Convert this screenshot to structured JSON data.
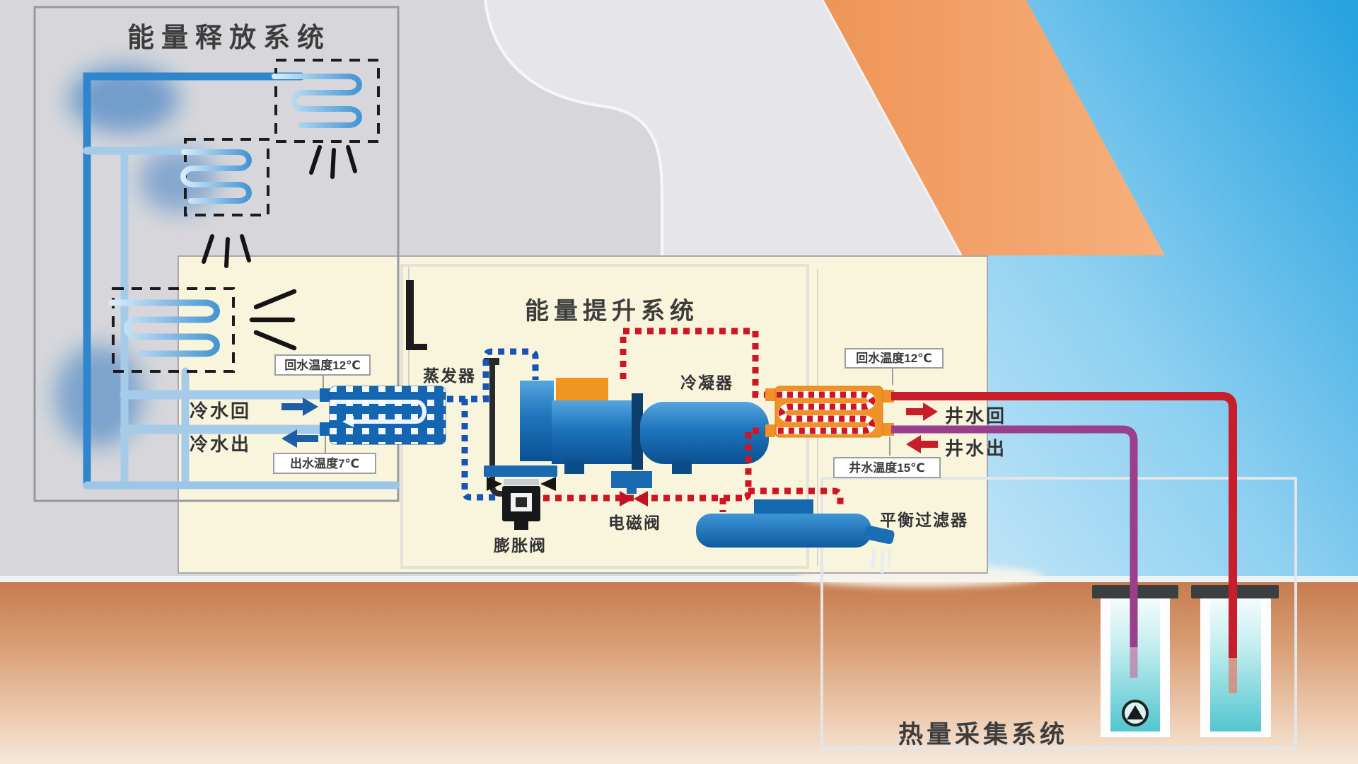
{
  "panels": {
    "energy_release": {
      "title": "能量释放系统"
    },
    "energy_lift": {
      "title": "能量提升系统"
    },
    "heat_collection": {
      "title": "热量采集系统"
    }
  },
  "components": {
    "evaporator": "蒸发器",
    "condenser": "冷凝器",
    "expansion_valve": "膨胀阀",
    "solenoid_valve": "电磁阀",
    "balance_filter": "平衡过滤器"
  },
  "temperature_labels": {
    "chilled_return": "回水温度12℃",
    "chilled_supply": "出水温度7℃",
    "well_return": "回水温度12℃",
    "well_source": "井水温度15℃"
  },
  "flow_labels": {
    "chilled_water_in": "冷水回",
    "chilled_water_out": "冷水出",
    "well_water_in": "井水回",
    "well_water_out": "井水出"
  },
  "icons": {
    "pump": "triangle-up-in-circle",
    "fan_coil": "dashed-box-with-coil",
    "airflow": "fanning-strokes"
  },
  "colors": {
    "hot_water_pipe": "#c81e2c",
    "warm_water_pipe": "#9a3f8b",
    "cold_water_pipe": "#3086cc",
    "refrigerant_suction": "#1853b8",
    "refrigerant_discharge": "#cf1522",
    "condenser_orange": "#f09227",
    "evaporator_blue": "#1566b2",
    "panel_cream": "#f9f5dd",
    "roof_band_orange": "#f2a469"
  }
}
